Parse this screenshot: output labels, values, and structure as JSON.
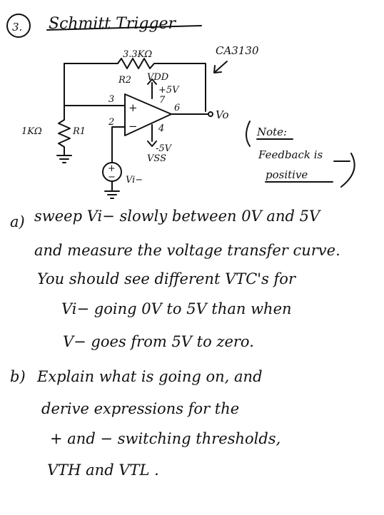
{
  "problem": {
    "number": "3.",
    "title": "Schmitt Trigger"
  },
  "circuit": {
    "chip": "CA3130",
    "r2_value": "3.3KΩ",
    "r2_name": "R2",
    "vdd_label": "VDD",
    "vdd_value": "+5V",
    "pin3": "3",
    "pin2": "2",
    "pin7": "7",
    "pin6": "6",
    "pin4": "4",
    "plus_sign": "+",
    "minus_sign": "−",
    "vo_label": "Vo",
    "vss_value": "-5V",
    "vss_label": "VSS",
    "r1_value": "1KΩ",
    "r1_name": "R1",
    "source_plus": "+",
    "source_minus": "−",
    "vin_label": "Vi−"
  },
  "note": {
    "line1": "Note:",
    "line2": "Feedback is",
    "line3": "positive"
  },
  "parts": {
    "a_label": "a)",
    "a_lines": [
      "sweep Vi− slowly between 0V and 5V",
      "and measure the voltage transfer curve.",
      "You should see different VTC's for",
      "Vi− going 0V to 5V than when",
      "V− goes from 5V to zero."
    ],
    "b_label": "b)",
    "b_lines": [
      "Explain what is going on, and",
      "derive expressions for the",
      "+ and − switching thresholds,",
      "VTH and VTL ."
    ]
  }
}
